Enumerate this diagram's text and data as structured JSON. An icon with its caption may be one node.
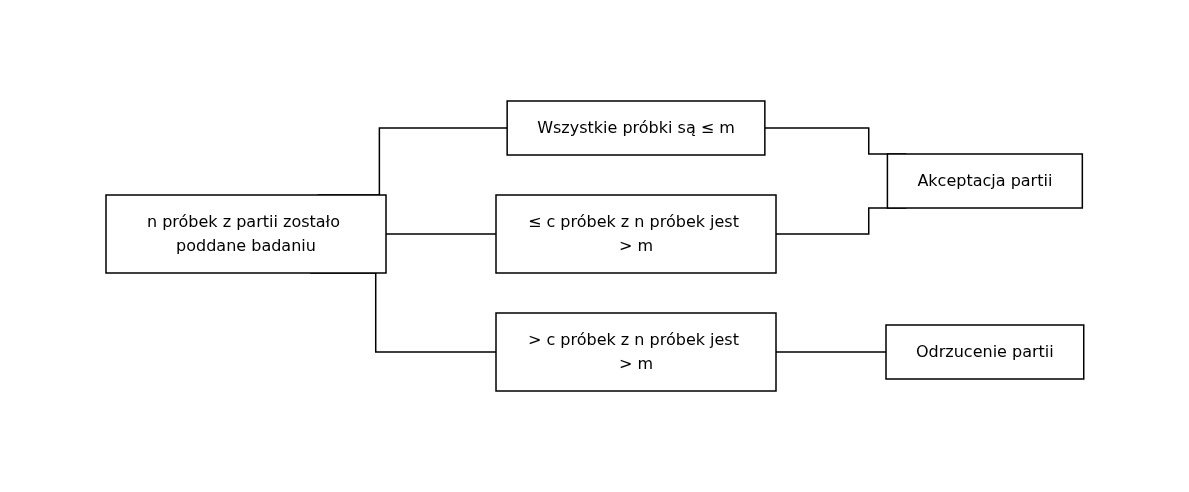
{
  "diagram": {
    "nodes": [
      {
        "text": [
          "n próbek z partii zostało poddane badaniu"
        ]
      },
      {
        "text": [
          "Wszystkie próbki są ≤ m"
        ]
      },
      {
        "text": [
          "≤ c próbek z n próbek jest > m"
        ]
      },
      {
        "text": [
          "> c próbek z n próbek jest > m"
        ]
      },
      {
        "text": [
          "Akceptacja partii"
        ]
      },
      {
        "text": [
          "Odrzucenie partii"
        ]
      }
    ],
    "edges": [
      {
        "from": 0,
        "to": 1,
        "arrow": "none"
      },
      {
        "from": 0,
        "to": 2,
        "arrow": "none"
      },
      {
        "from": 0,
        "to": 3,
        "arrow": "none"
      },
      {
        "from": 1,
        "to": 4,
        "arrow": "none"
      },
      {
        "from": 2,
        "to": 4,
        "arrow": "none"
      },
      {
        "from": 3,
        "to": 5,
        "arrow": "none"
      }
    ]
  }
}
